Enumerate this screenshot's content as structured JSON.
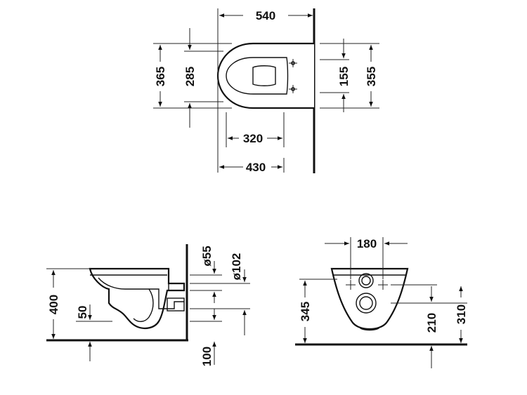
{
  "colors": {
    "line": "#111111",
    "background": "#ffffff"
  },
  "views": {
    "top": {
      "dim_width_total": "540",
      "dim_width_bowl": "430",
      "dim_width_opening": "320",
      "dim_depth_total": "365",
      "dim_depth_opening": "285",
      "dim_fixing_depth": "155",
      "dim_rim_depth": "355"
    },
    "side": {
      "dim_height_total": "400",
      "dim_outlet_height": "50",
      "dim_floor_offset": "100",
      "dim_inlet_diameter": "ø55",
      "dim_outlet_diameter": "ø102"
    },
    "rear": {
      "dim_fixing_spacing": "180",
      "dim_fixing_height": "345",
      "dim_inlet_height": "210",
      "dim_outlet_height": "310"
    }
  }
}
